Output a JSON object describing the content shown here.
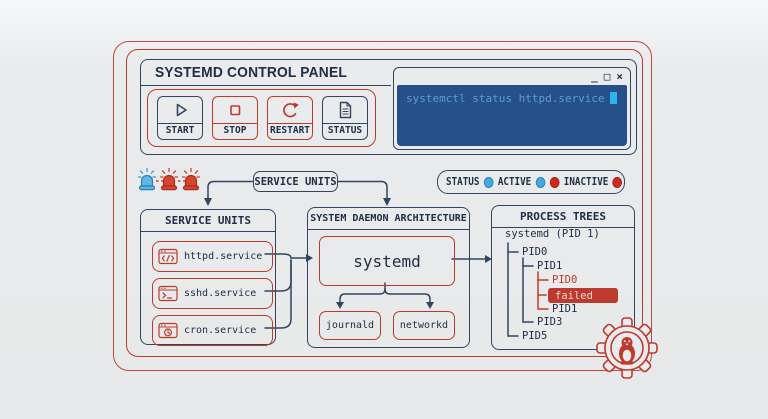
{
  "panel": {
    "title": "SYSTEMD CONTROL PANEL",
    "buttons": [
      {
        "label": "START",
        "icon": "play-icon",
        "accent": "#32455f"
      },
      {
        "label": "STOP",
        "icon": "stop-icon",
        "accent": "#bf3a2e"
      },
      {
        "label": "RESTART",
        "icon": "refresh-icon",
        "accent": "#bf3a2e"
      },
      {
        "label": "STATUS",
        "icon": "document-icon",
        "accent": "#32455f"
      }
    ]
  },
  "terminal": {
    "command": "systemctl status httpd.service",
    "controls": {
      "minimize": "_",
      "maximize": "□",
      "close": "×"
    }
  },
  "alarms": {
    "icons": [
      "siren-icon",
      "siren-icon",
      "siren-icon"
    ],
    "colors": [
      "blue",
      "red",
      "red"
    ]
  },
  "flow": {
    "label": "SERVICE UNITS"
  },
  "legend": {
    "status": "STATUS",
    "active": "ACTIVE",
    "inactive": "INACTIVE",
    "active_color": "#43a9de",
    "inactive_color": "#d3281e"
  },
  "service_units": {
    "title": "SERVICE UNITS",
    "items": [
      {
        "icon": "code-window-icon",
        "name": "httpd.service"
      },
      {
        "icon": "terminal-prompt-icon",
        "name": "sshd.service"
      },
      {
        "icon": "clock-window-icon",
        "name": "cron.service"
      }
    ]
  },
  "architecture": {
    "title": "SYSTEM DAEMON ARCHITECTURE",
    "root": "systemd",
    "children": [
      {
        "name": "journald"
      },
      {
        "name": "networkd"
      }
    ]
  },
  "process_trees": {
    "title": "PROCESS TREES",
    "root": "systemd (PID 1)",
    "nodes": [
      {
        "label": "PID0",
        "depth": 1,
        "state": "normal"
      },
      {
        "label": "PID1",
        "depth": 2,
        "state": "normal"
      },
      {
        "label": "PID0",
        "depth": 3,
        "state": "error"
      },
      {
        "label": "failed",
        "depth": 3,
        "state": "failed"
      },
      {
        "label": "PID1",
        "depth": 3,
        "state": "normal"
      },
      {
        "label": "PID3",
        "depth": 2,
        "state": "normal"
      },
      {
        "label": "PID5",
        "depth": 1,
        "state": "normal"
      }
    ]
  },
  "badge": {
    "icon": "gear-linux-tux-icon"
  },
  "colors": {
    "background": "#e9ebec",
    "navy": "#32455f",
    "text": "#202e46",
    "red": "#bf3a2e",
    "terminal_bg": "#255089",
    "terminal_text": "#5e9bd6",
    "cursor": "#2db4ea"
  }
}
